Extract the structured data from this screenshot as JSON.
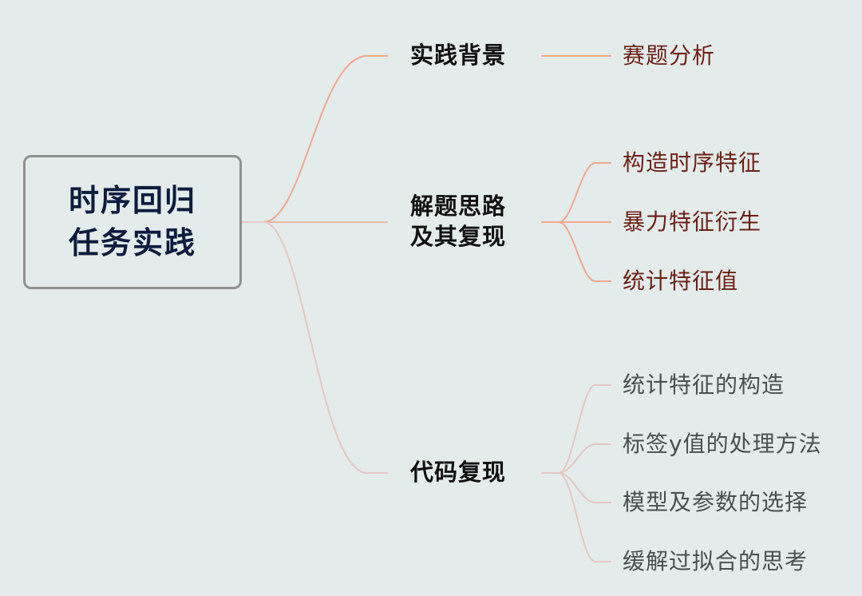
{
  "root": {
    "line1": "时序回归",
    "line2": "任务实践"
  },
  "branches": [
    {
      "line1": "实践背景",
      "line2": ""
    },
    {
      "line1": "解题思路",
      "line2": "及其复现"
    },
    {
      "line1": "代码复现",
      "line2": ""
    }
  ],
  "leaves": {
    "background": [
      "赛题分析"
    ],
    "approach": [
      "构造时序特征",
      "暴力特征衍生",
      "统计特征值"
    ],
    "code": [
      "统计特征的构造",
      "标签y值的处理方法",
      "模型及参数的选择",
      "缓解过拟合的思考"
    ]
  },
  "colors": {
    "background": "#e3ecea",
    "root_border": "#8e9190",
    "root_text": "#0d1b3e",
    "branch_text": "#111111",
    "leaf_text_dark": "#6d1f16",
    "leaf_text_grey": "#4a4f50",
    "connector_orange": "#f4a58e",
    "connector_salmon": "#eeb6ab",
    "connector_pink": "#e5c6c3"
  }
}
